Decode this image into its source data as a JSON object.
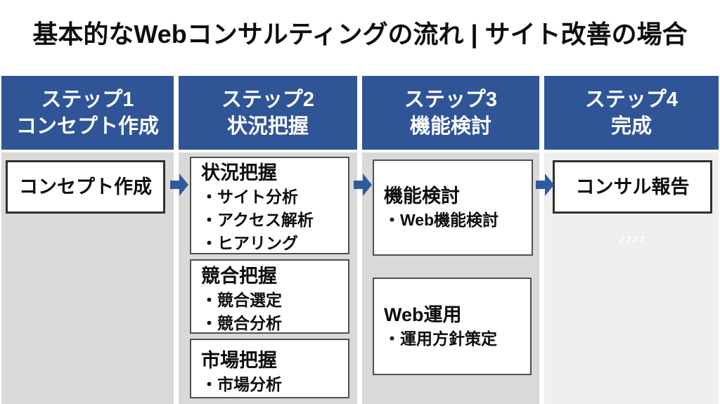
{
  "title": "基本的なWebコンサルティングの流れ | サイト改善の場合",
  "colors": {
    "header_blue": "#2F5597",
    "arrow_blue": "#2F5B9E",
    "column_gray": "#D9D9D9",
    "column_gray_light": "#EFEFEF",
    "box_background": "#FFFFFF",
    "box_border": "#4F4F4F",
    "text": "#0D0D0D",
    "watermark_color": "#FFFFFF"
  },
  "steps": [
    {
      "line1": "ステップ1",
      "line2": "コンセプト作成"
    },
    {
      "line1": "ステップ2",
      "line2": "状況把握"
    },
    {
      "line1": "ステップ3",
      "line2": "機能検討"
    },
    {
      "line1": "ステップ4",
      "line2": "完成"
    }
  ],
  "boxes": [
    {
      "title": "コンセプト作成",
      "bullets": []
    },
    {
      "title": "状況把握",
      "bullets": [
        "・サイト分析",
        "・アクセス解析",
        "・ヒアリング"
      ]
    },
    {
      "title": "競合把握",
      "bullets": [
        "・競合選定",
        "・競合分析"
      ]
    },
    {
      "title": "市場把握",
      "bullets": [
        "・市場分析"
      ]
    },
    {
      "title": "機能検討",
      "bullets": [
        "・Web機能検討"
      ]
    },
    {
      "title": "Web運用",
      "bullets": [
        "・運用方針策定"
      ]
    },
    {
      "title": "コンサル報告",
      "bullets": []
    }
  ],
  "watermark": "zzzz"
}
